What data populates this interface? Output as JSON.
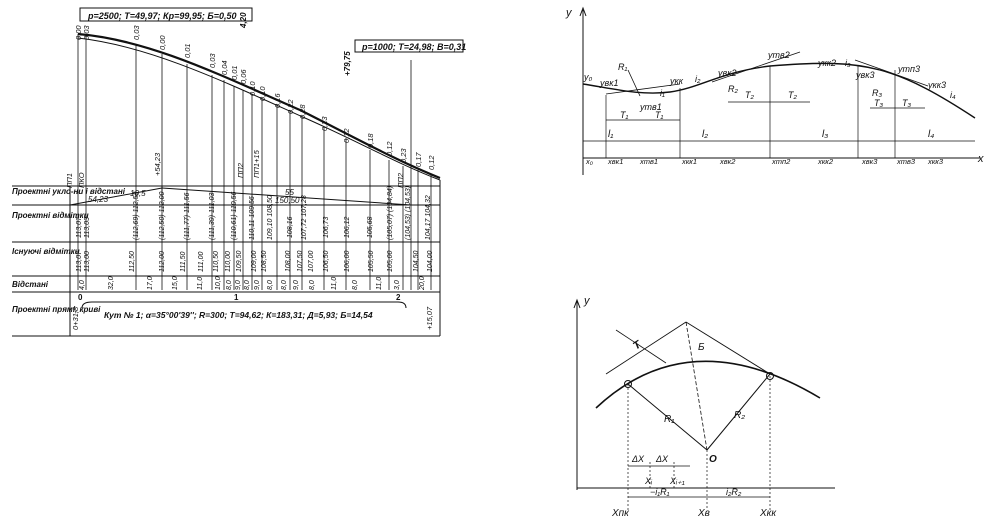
{
  "profile": {
    "vc1_params": "р=2500; Т=49,97; Кр=99,95; Б=0,50",
    "vc1_end": "4,20",
    "vc2_params": "р=1000; Т=24,98; В=0,31",
    "vc2_pk": "+79,75",
    "pk_labels": [
      "ПП1",
      "ПКО",
      "ПП2",
      "ПП1+15",
      "ПП2"
    ],
    "plus_label": "+54,23",
    "ordinates": [
      "0,00",
      "0,03",
      "0,03",
      "0,00",
      "0,01",
      "0,03",
      "0,04",
      "0,01",
      "0,06",
      "0,10",
      "0,10",
      "0,16",
      "0,22",
      "0,28",
      "0,23",
      "0,12",
      "0,18",
      "0,12",
      "0,23",
      "0,17",
      "0,12"
    ],
    "slope_value_1": "10,5",
    "slope_value_2": "55",
    "slope_dist_1": "54,23",
    "slope_dist_2": "150,50",
    "row_labels": [
      "Проектні укло-ни і відстані",
      "Проектні відмітки",
      "Існуючі відмітки",
      "Відстані",
      "Проектні прямі, криві"
    ],
    "design_marks": [
      "113,07",
      "113,03",
      "(112,69) 112,53",
      "(112,50) 112,00",
      "(111,77) 111,56",
      "(111,39) 111,03",
      "(110,61) 110,56",
      "110,11 109,56",
      "109,10 108,50",
      "108,16",
      "107,72 107,28",
      "106,73",
      "106,12",
      "105,68",
      "(105,07) (104,84)",
      "(104,53) (104,53)",
      "104,17 104,32"
    ],
    "existing_marks": [
      "113,07",
      "113,00",
      "112,50",
      "112,00",
      "111,50",
      "111,00",
      "110,50",
      "110,00",
      "109,50",
      "109,00",
      "108,50",
      "108,00",
      "107,50",
      "107,00",
      "106,50",
      "106,00",
      "105,50",
      "105,00",
      "104,50",
      "104,00"
    ],
    "distances": [
      "4,0",
      "32,0",
      "17,0",
      "15,0",
      "11,0",
      "10,0",
      "8,0",
      "9,0",
      "8,0",
      "9,0",
      "8,0",
      "8,0",
      "9,0",
      "8,0",
      "11,0",
      "8,0",
      "11,0",
      "3,0",
      "20,0"
    ],
    "km_marks": [
      "0",
      "1",
      "2"
    ],
    "curve_start": "0+31,8",
    "curve_end": "+15,07",
    "curve_text": "Кут № 1; α=35°00'39''; R=300; Т=94,62; К=183,31; Д=5,93; Б=14,54"
  },
  "scheme": {
    "y_axis": "y",
    "x_axis": "x",
    "labels": [
      "y₀",
      "yвк1",
      "R₁",
      "yтв1",
      "Т₁",
      "Т₁",
      "i₁",
      "yкк",
      "i₂",
      "yвк2",
      "R₂",
      "yтв2",
      "Т₂",
      "Т₂",
      "yкк2",
      "i₃",
      "yвк3",
      "R₃",
      "Т₃",
      "Т₃",
      "yтп3",
      "yкк3",
      "i₄"
    ],
    "row1": [
      "l₁",
      "l₂",
      "l₃",
      "l₄"
    ],
    "row2": [
      "x₀",
      "xвк1",
      "xтв1",
      "xкк1",
      "xвк2",
      "xтп2",
      "xкк2",
      "xвк3",
      "xтв3",
      "xкк3"
    ]
  },
  "curve": {
    "y_axis": "y",
    "T": "Т",
    "B": "Б",
    "R1": "R₁",
    "R2": "R₂",
    "O": "О",
    "dx1": "ΔХ",
    "dx2": "ΔХ",
    "xi": "Хᵢ",
    "xi1": "Хᵢ₊₁",
    "left_formula": "−i₁R₁",
    "right_formula": "i₂R₂",
    "x_start": "Хпк",
    "x_top": "Хв",
    "x_end": "Хкк"
  }
}
